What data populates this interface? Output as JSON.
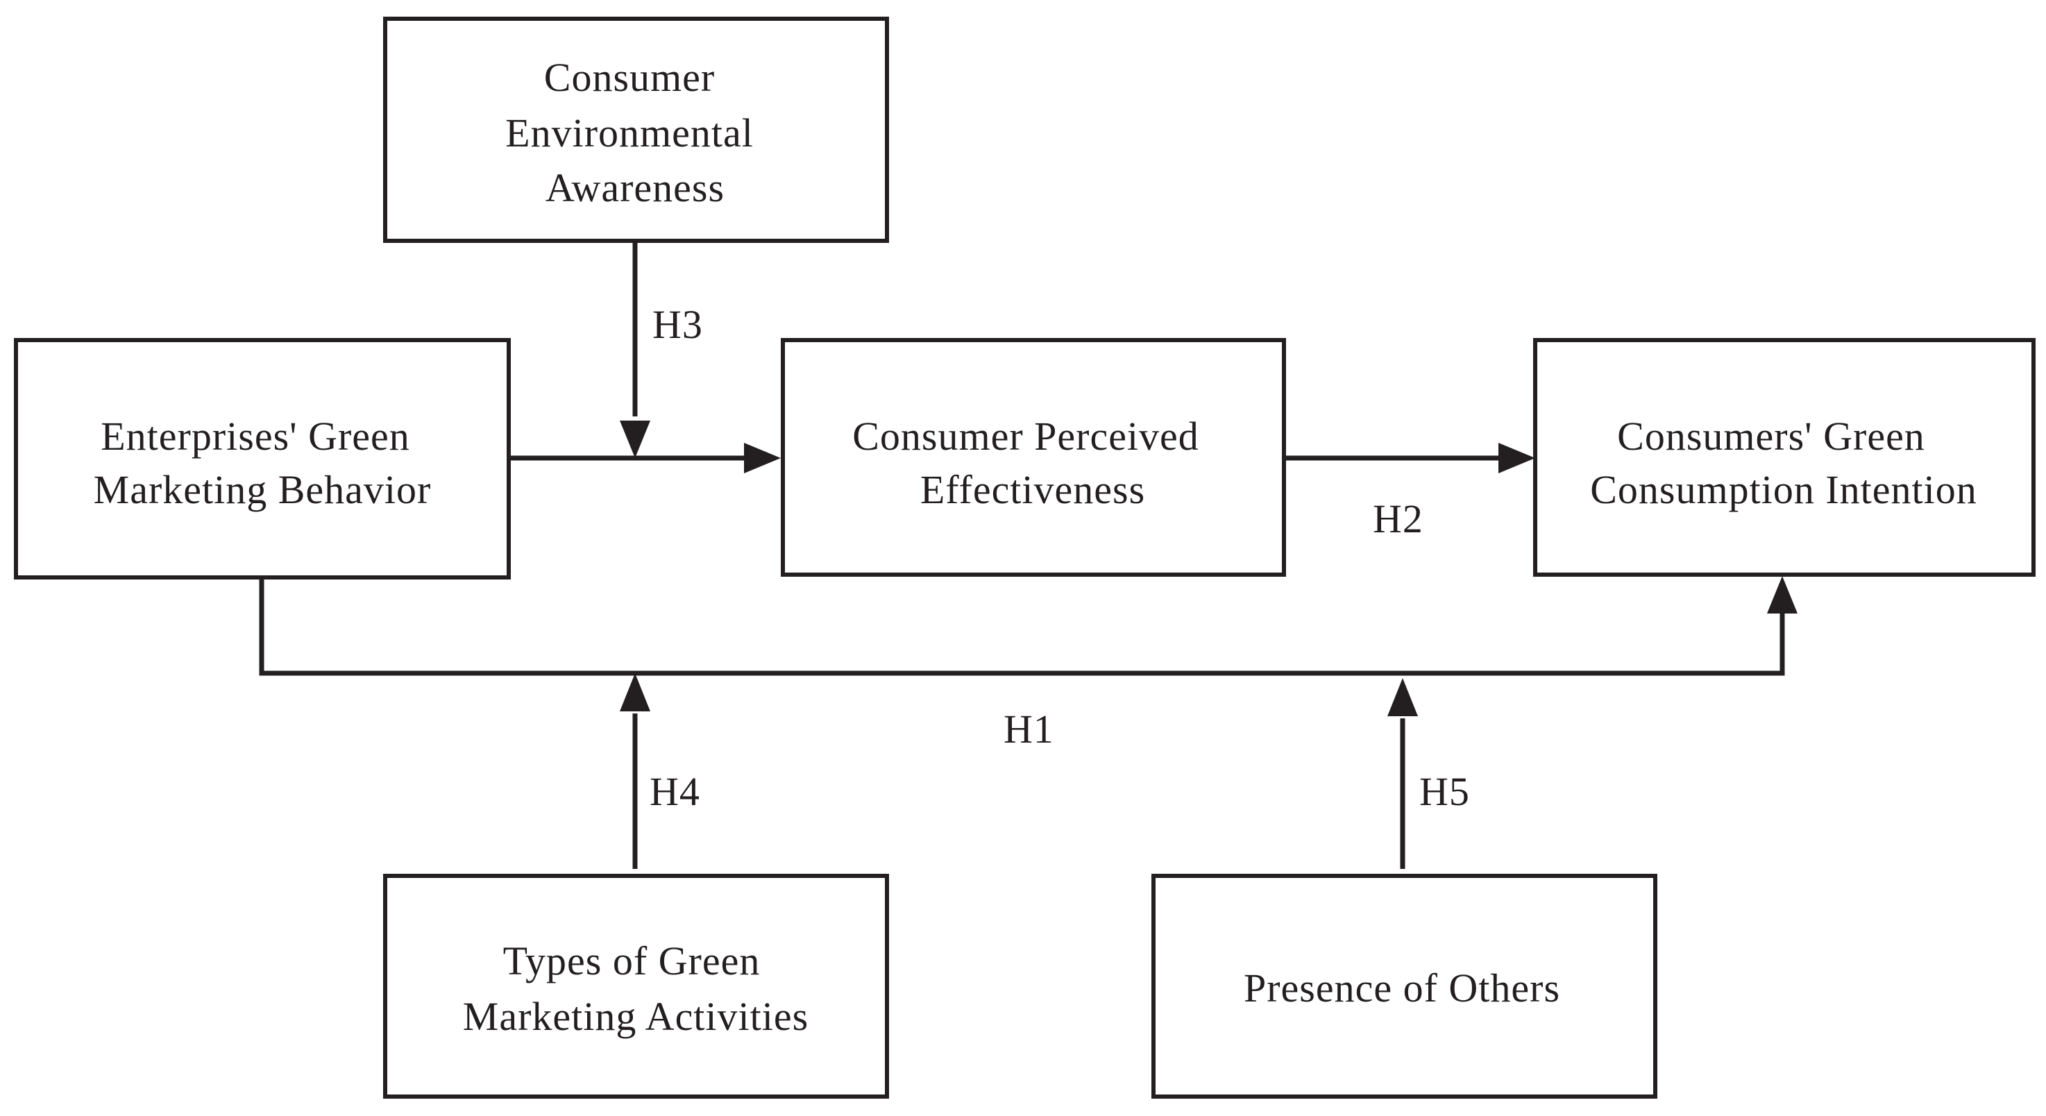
{
  "diagram": {
    "nodes": {
      "environmental_awareness": [
        "Consumer",
        "Environmental",
        "Awareness"
      ],
      "green_marketing_behavior": [
        "Enterprises' Green",
        "Marketing Behavior"
      ],
      "perceived_effectiveness": [
        "Consumer Perceived",
        "Effectiveness"
      ],
      "green_consumption_intention": [
        "Consumers' Green",
        "Consumption Intention"
      ],
      "activity_types": [
        "Types of Green",
        "Marketing Activities"
      ],
      "presence_of_others": [
        "Presence of Others"
      ]
    },
    "hypotheses": {
      "h1": "H1",
      "h2": "H2",
      "h3": "H3",
      "h4": "H4",
      "h5": "H5"
    }
  }
}
